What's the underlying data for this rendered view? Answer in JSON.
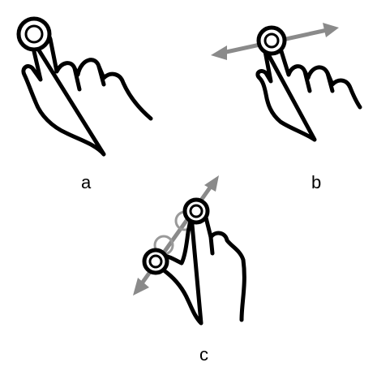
{
  "gestures": [
    {
      "id": "a",
      "label": "a",
      "icon": "tap-gesture-icon"
    },
    {
      "id": "b",
      "label": "b",
      "icon": "swipe-gesture-icon"
    },
    {
      "id": "c",
      "label": "c",
      "icon": "pinch-zoom-gesture-icon"
    }
  ],
  "colors": {
    "ink": "#000000",
    "arrow": "#8a8a8a",
    "ghost_ring": "#9a9a9a",
    "background": "#ffffff"
  }
}
